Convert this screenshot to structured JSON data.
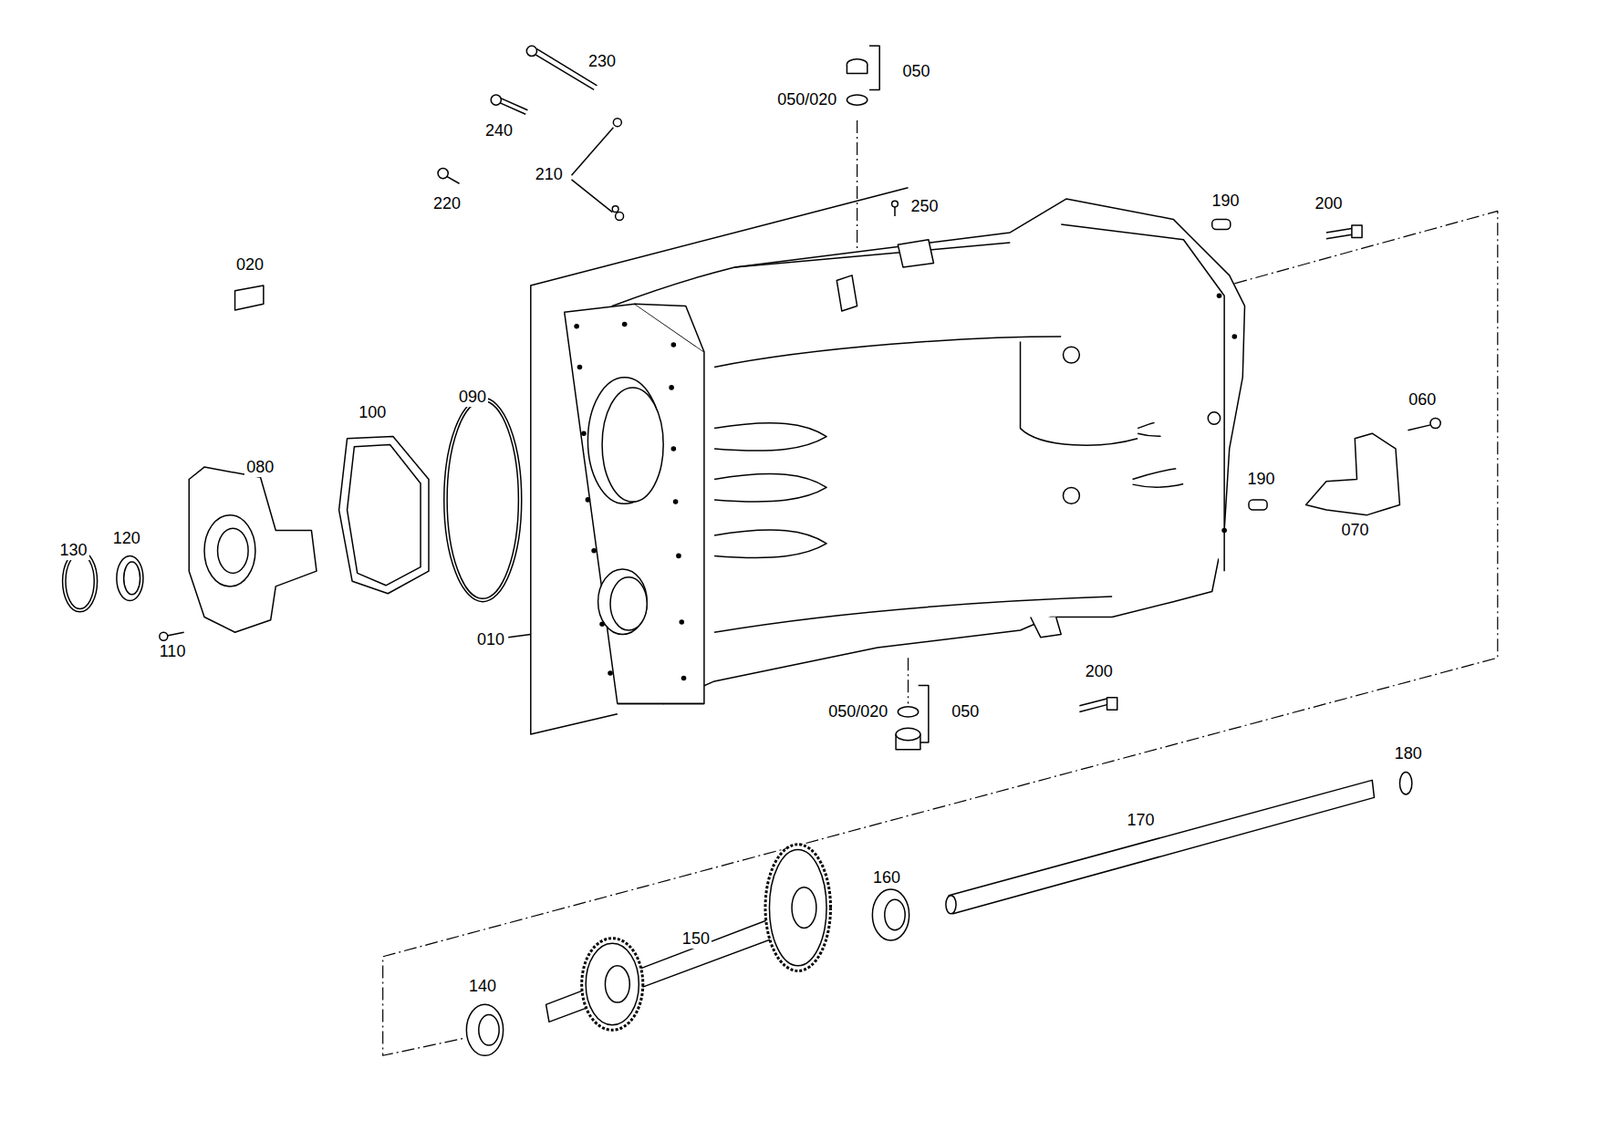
{
  "diagram": {
    "labels": [
      "230",
      "050",
      "050/020",
      "240",
      "210",
      "220",
      "250",
      "190",
      "200",
      "020",
      "060",
      "090",
      "100",
      "080",
      "190",
      "070",
      "130",
      "120",
      "110",
      "010",
      "200",
      "050/020",
      "050",
      "180",
      "170",
      "160",
      "150",
      "140"
    ]
  }
}
